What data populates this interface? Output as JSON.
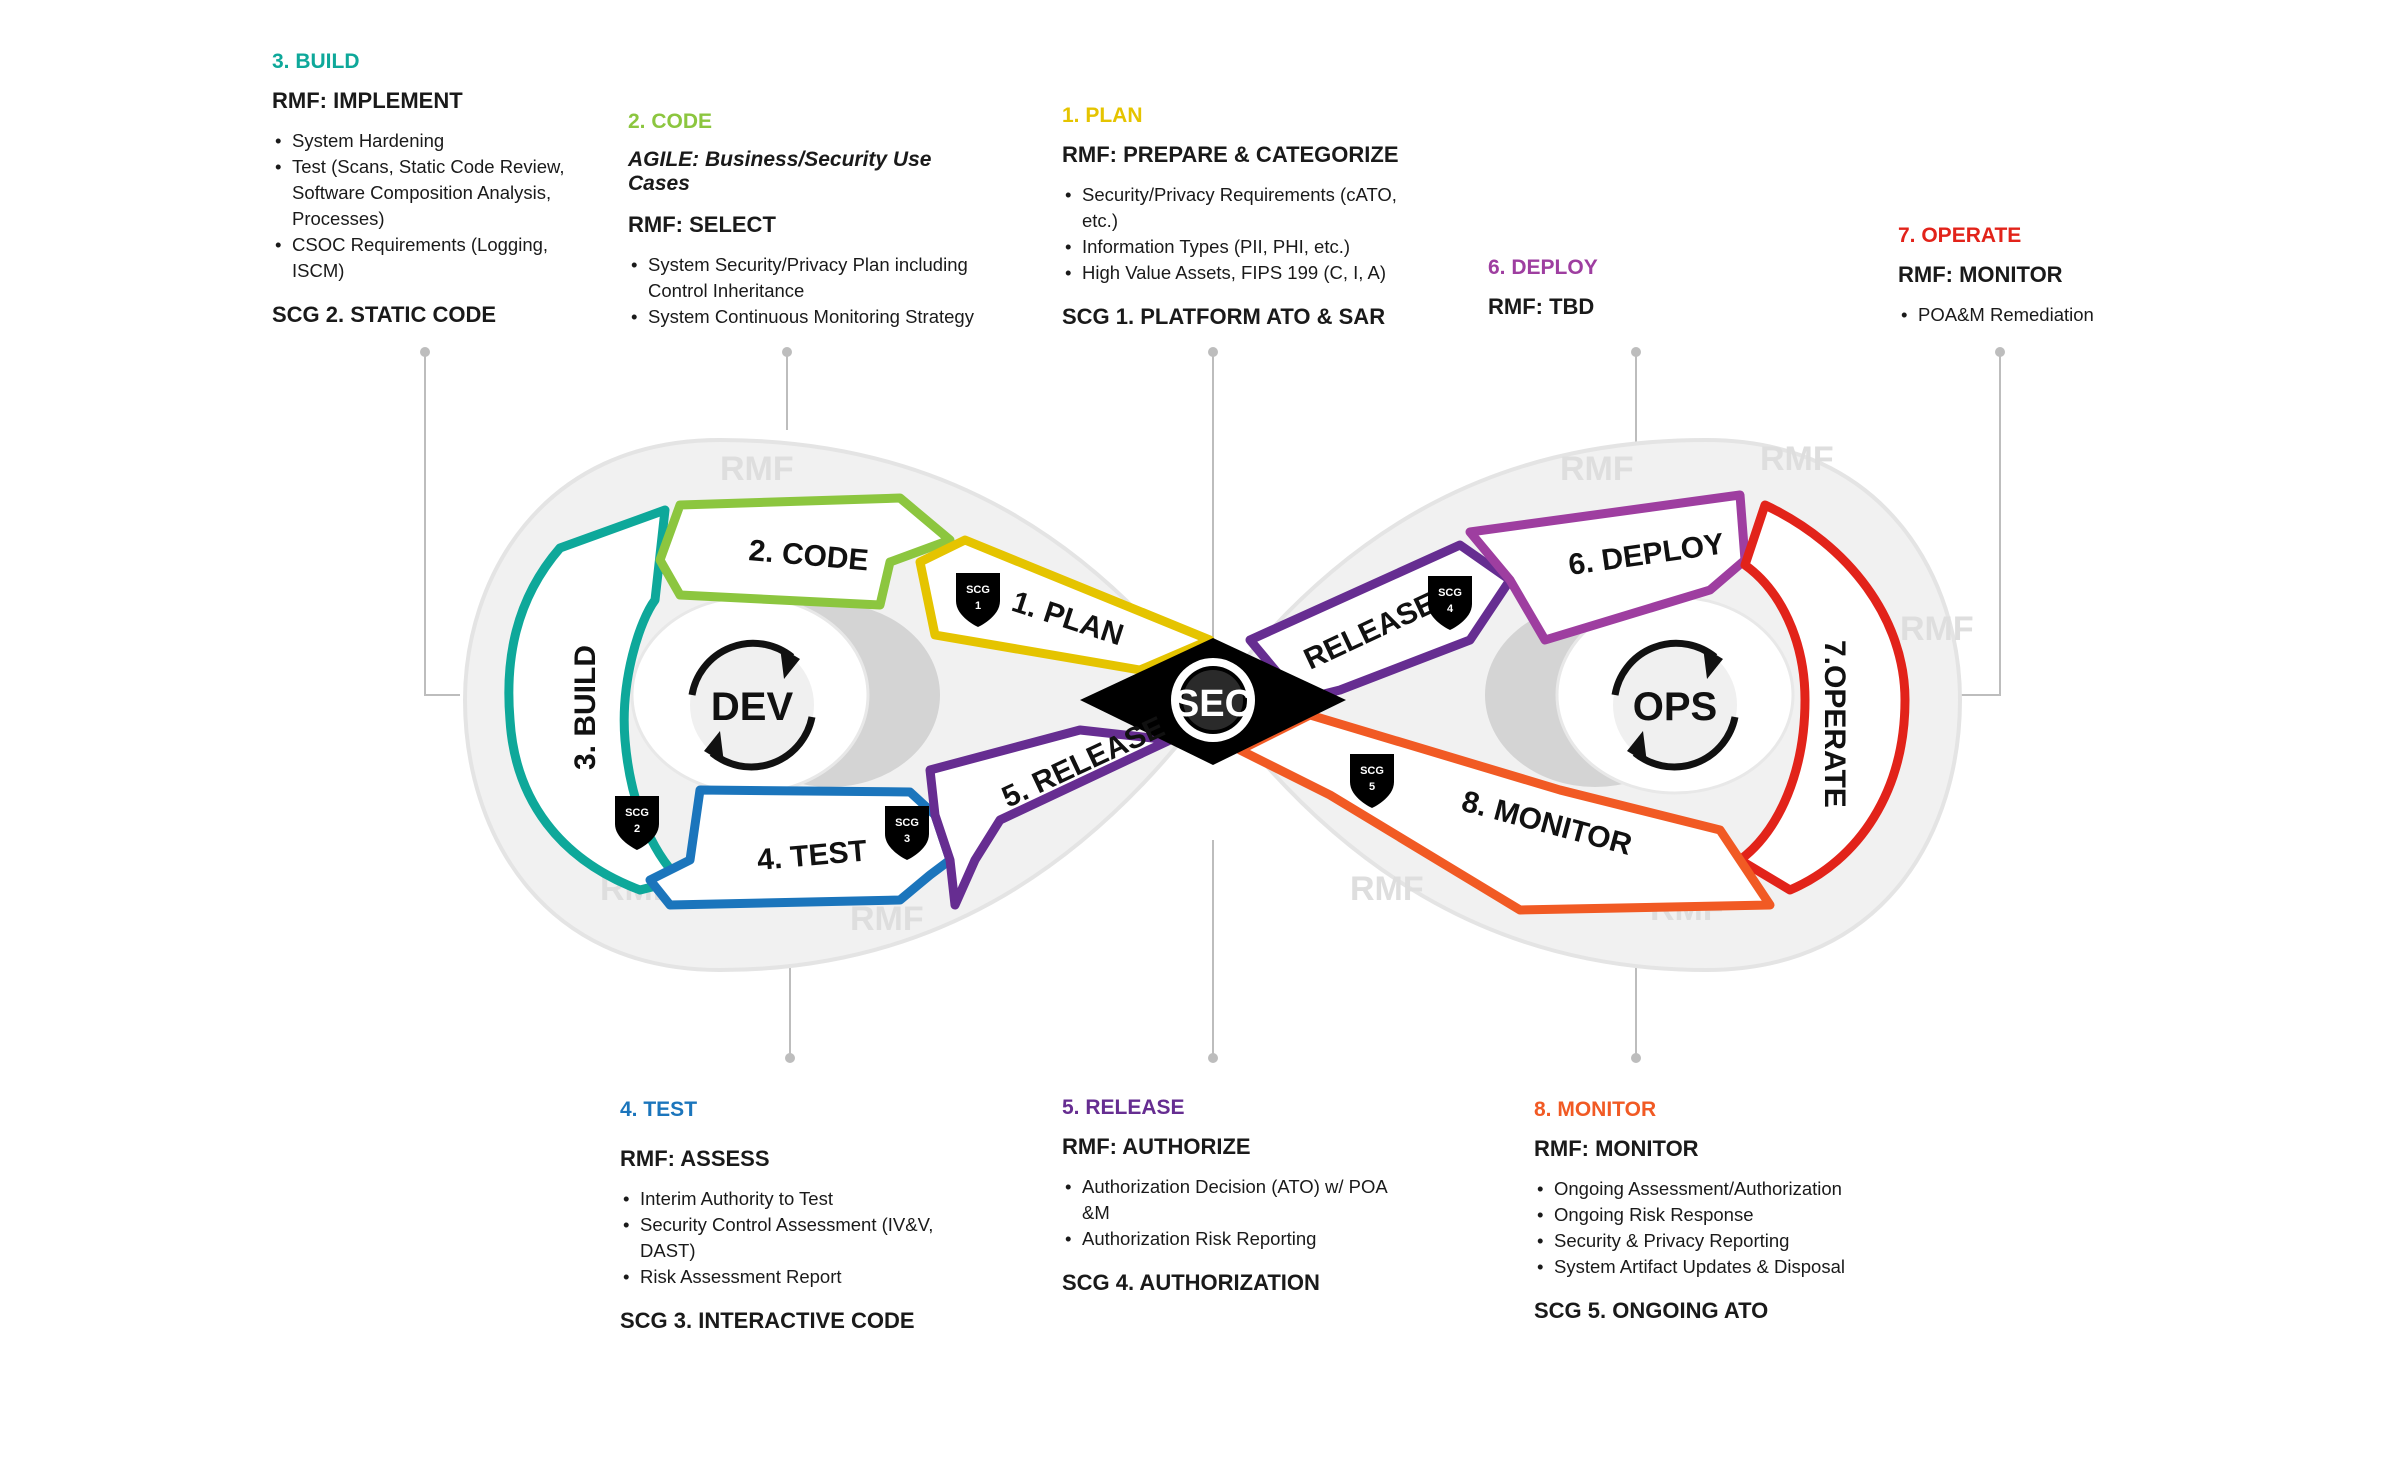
{
  "colors": {
    "plan": "#e5c400",
    "code": "#8cc63f",
    "build": "#0ea89a",
    "test": "#1b75bc",
    "release": "#662d91",
    "deploy": "#9e3ea0",
    "operate": "#e2231a",
    "monitor": "#f15a24"
  },
  "stages": {
    "build": {
      "title": "3. BUILD",
      "rmf": "RMF: IMPLEMENT",
      "bullets": [
        "System Hardening",
        "Test (Scans, Static Code Review, Software Composition Analysis, Processes)",
        "CSOC Requirements (Logging, ISCM)"
      ],
      "scg": "SCG 2. STATIC CODE"
    },
    "code": {
      "title": "2. CODE",
      "agile": "AGILE: Business/Security Use Cases",
      "rmf": "RMF: SELECT",
      "bullets": [
        "System Security/Privacy Plan including Control Inheritance",
        "System Continuous Monitoring Strategy"
      ]
    },
    "plan": {
      "title": "1. PLAN",
      "rmf": "RMF: PREPARE & CATEGORIZE",
      "bullets": [
        "Security/Privacy Requirements (cATO, etc.)",
        "Information Types (PII, PHI, etc.)",
        "High Value Assets, FIPS 199 (C, I, A)"
      ],
      "scg": "SCG 1. PLATFORM ATO & SAR"
    },
    "deploy": {
      "title": "6. DEPLOY",
      "rmf": "RMF: TBD"
    },
    "operate": {
      "title": "7. OPERATE",
      "rmf": "RMF: MONITOR",
      "bullets": [
        "POA&M Remediation"
      ]
    },
    "test": {
      "title": "4. TEST",
      "rmf": "RMF: ASSESS",
      "bullets": [
        "Interim Authority to Test",
        "Security Control Assessment (IV&V, DAST)",
        "Risk Assessment Report"
      ],
      "scg": "SCG 3. INTERACTIVE CODE"
    },
    "release": {
      "title": "5. RELEASE",
      "rmf": "RMF: AUTHORIZE",
      "bullets": [
        "Authorization Decision (ATO) w/ POA &M",
        "Authorization Risk Reporting"
      ],
      "scg": "SCG 4. AUTHORIZATION"
    },
    "monitor": {
      "title": "8. MONITOR",
      "rmf": "RMF: MONITOR",
      "bullets": [
        "Ongoing Assessment/Authorization",
        "Ongoing Risk Response",
        "Security & Privacy Reporting",
        "System Artifact Updates & Disposal"
      ],
      "scg": "SCG 5. ONGOING ATO"
    }
  },
  "diagram": {
    "dev": "DEV",
    "sec": "SEC",
    "ops": "OPS",
    "segments": {
      "plan": "1. PLAN",
      "code": "2. CODE",
      "build": "3. BUILD",
      "test": "4. TEST",
      "release_lower": "5. RELEASE",
      "release_upper": "RELEASE",
      "deploy": "6. DEPLOY",
      "operate": "7.OPERATE",
      "monitor": "8. MONITOR"
    },
    "scg_badges": [
      {
        "line1": "SCG",
        "line2": "1"
      },
      {
        "line1": "SCG",
        "line2": "2"
      },
      {
        "line1": "SCG",
        "line2": "3"
      },
      {
        "line1": "SCG",
        "line2": "4"
      },
      {
        "line1": "SCG",
        "line2": "5"
      }
    ],
    "watermark": "RMF"
  }
}
